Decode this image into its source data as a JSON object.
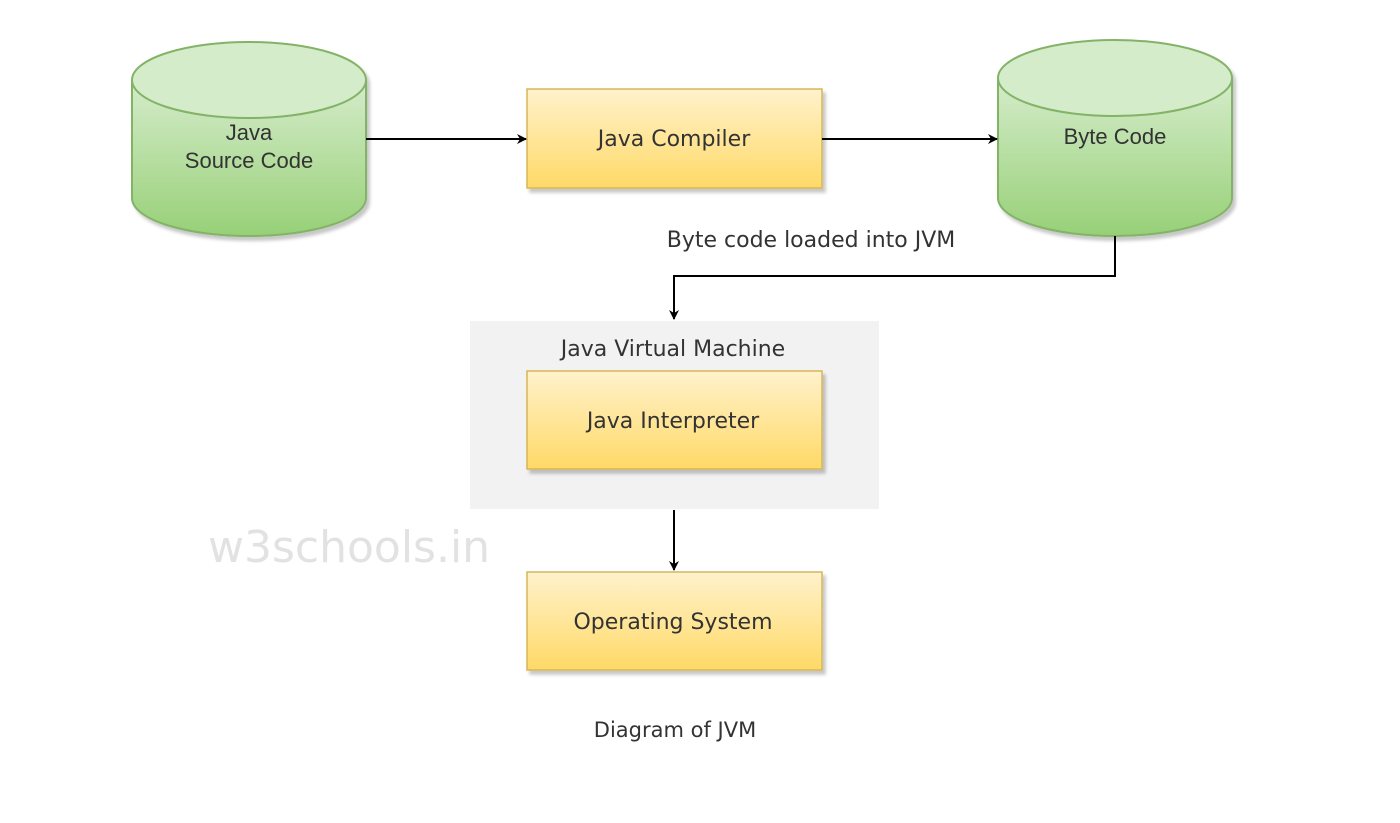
{
  "nodes": {
    "java_source_code": {
      "lines": [
        "Java",
        "Source Code"
      ]
    },
    "java_compiler": {
      "label": "Java Compiler"
    },
    "byte_code": {
      "label": "Byte Code"
    },
    "jvm_container": {
      "label": "Java Virtual Machine"
    },
    "java_interpreter": {
      "label": "Java Interpreter"
    },
    "operating_system": {
      "label": "Operating System"
    }
  },
  "edges": [
    {
      "from": "java_source_code",
      "to": "java_compiler"
    },
    {
      "from": "java_compiler",
      "to": "byte_code"
    },
    {
      "from": "byte_code",
      "to": "jvm_container",
      "label": "Byte code loaded into JVM"
    },
    {
      "from": "jvm_container",
      "to": "operating_system"
    }
  ],
  "watermark": "w3schools.in",
  "caption": "Diagram of JVM",
  "colors": {
    "cylinder_fill_top": "#d5eccb",
    "cylinder_fill_bottom": "#97d077",
    "cylinder_stroke": "#82b366",
    "box_fill_top": "#fff2cc",
    "box_fill_bottom": "#ffd966",
    "box_stroke": "#d6b656",
    "container_fill": "#f2f2f2",
    "arrow": "#000000"
  }
}
